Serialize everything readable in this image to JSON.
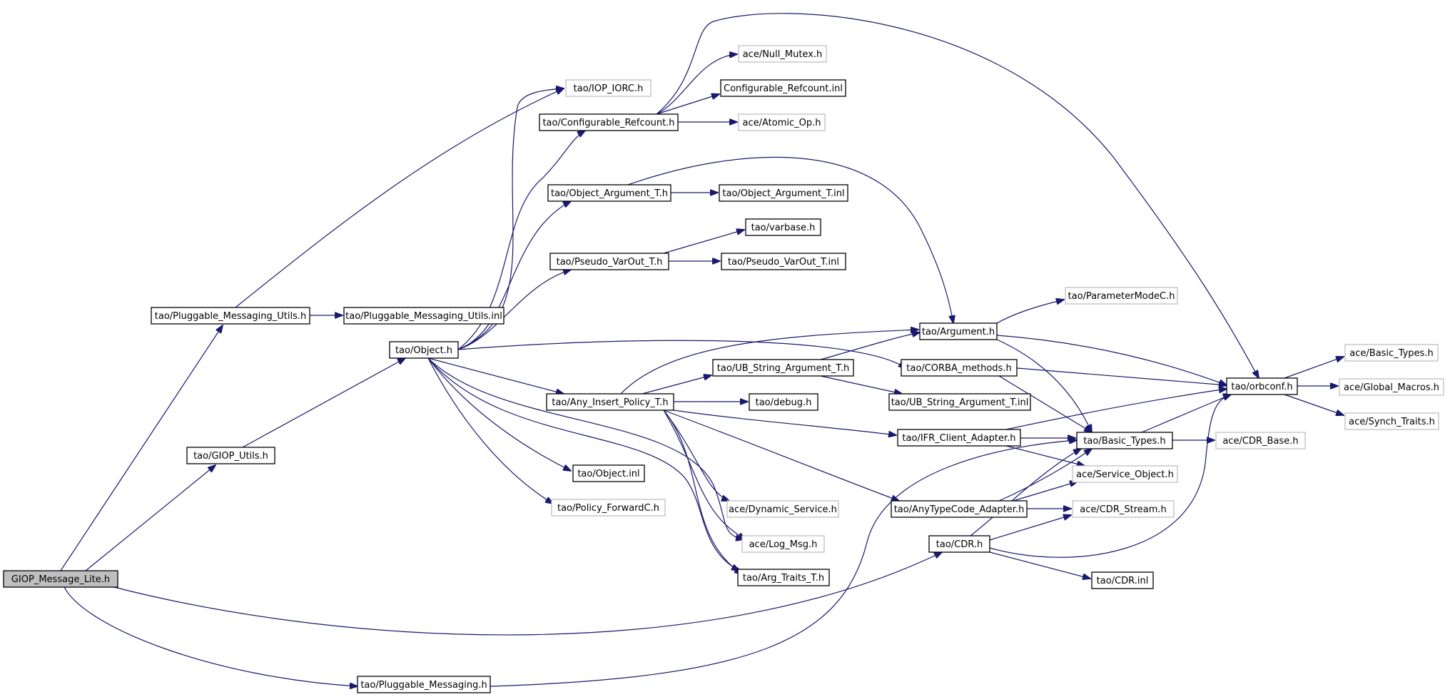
{
  "colors": {
    "edge": "#191970",
    "box_border": "#000000",
    "box_border_external": "#bfbfbf",
    "root_fill": "#bfbfbf"
  },
  "nodes": [
    {
      "id": "root",
      "label": "GIOP_Message_Lite.h"
    },
    {
      "id": "pmu",
      "label": "tao/Pluggable_Messaging_Utils.h"
    },
    {
      "id": "pmuinl",
      "label": "tao/Pluggable_Messaging_Utils.inl"
    },
    {
      "id": "giop_utils",
      "label": "tao/GIOP_Utils.h"
    },
    {
      "id": "pm",
      "label": "tao/Pluggable_Messaging.h"
    },
    {
      "id": "object",
      "label": "tao/Object.h"
    },
    {
      "id": "iop",
      "label": "tao/IOP_IORC.h"
    },
    {
      "id": "cref",
      "label": "tao/Configurable_Refcount.h"
    },
    {
      "id": "nullmutex",
      "label": "ace/Null_Mutex.h"
    },
    {
      "id": "crefinl",
      "label": "Configurable_Refcount.inl"
    },
    {
      "id": "atomic",
      "label": "ace/Atomic_Op.h"
    },
    {
      "id": "objarg",
      "label": "tao/Object_Argument_T.h"
    },
    {
      "id": "objarginl",
      "label": "tao/Object_Argument_T.inl"
    },
    {
      "id": "varbase",
      "label": "tao/varbase.h"
    },
    {
      "id": "pseudo",
      "label": "tao/Pseudo_VarOut_T.h"
    },
    {
      "id": "pseudoinl",
      "label": "tao/Pseudo_VarOut_T.inl"
    },
    {
      "id": "paramc",
      "label": "tao/ParameterModeC.h"
    },
    {
      "id": "argument",
      "label": "tao/Argument.h"
    },
    {
      "id": "ubstr",
      "label": "tao/UB_String_Argument_T.h"
    },
    {
      "id": "corba",
      "label": "tao/CORBA_methods.h"
    },
    {
      "id": "anyins",
      "label": "tao/Any_Insert_Policy_T.h"
    },
    {
      "id": "debug",
      "label": "tao/debug.h"
    },
    {
      "id": "ubstrinl",
      "label": "tao/UB_String_Argument_T.inl"
    },
    {
      "id": "ifr",
      "label": "tao/IFR_Client_Adapter.h"
    },
    {
      "id": "orbconf",
      "label": "tao/orbconf.h"
    },
    {
      "id": "basictypes_tao",
      "label": "tao/Basic_Types.h"
    },
    {
      "id": "cdrbase",
      "label": "ace/CDR_Base.h"
    },
    {
      "id": "objinl",
      "label": "tao/Object.inl"
    },
    {
      "id": "svcobj",
      "label": "ace/Service_Object.h"
    },
    {
      "id": "policyfwd",
      "label": "tao/Policy_ForwardC.h"
    },
    {
      "id": "dynsvc",
      "label": "ace/Dynamic_Service.h"
    },
    {
      "id": "anytc",
      "label": "tao/AnyTypeCode_Adapter.h"
    },
    {
      "id": "cdrstream",
      "label": "ace/CDR_Stream.h"
    },
    {
      "id": "logmsg",
      "label": "ace/Log_Msg.h"
    },
    {
      "id": "cdr",
      "label": "tao/CDR.h"
    },
    {
      "id": "argtraits",
      "label": "tao/Arg_Traits_T.h"
    },
    {
      "id": "cdrinl",
      "label": "tao/CDR.inl"
    },
    {
      "id": "ace_basic",
      "label": "ace/Basic_Types.h"
    },
    {
      "id": "ace_global",
      "label": "ace/Global_Macros.h"
    },
    {
      "id": "ace_synch",
      "label": "ace/Synch_Traits.h"
    }
  ]
}
